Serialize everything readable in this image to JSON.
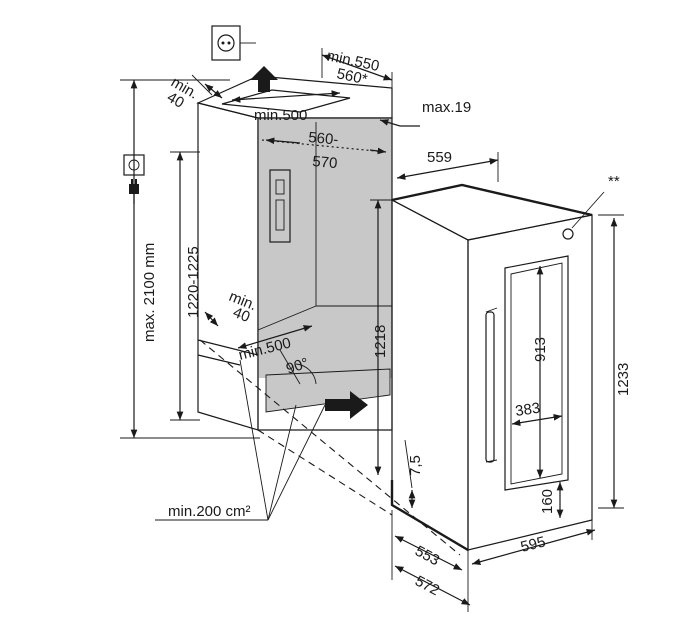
{
  "labels": {
    "niche_depth_min": "min.550",
    "niche_depth_alt": "560*",
    "vent_top_depth": "min.",
    "vent_top_depth_value": "40",
    "vent_top_width": "min.500",
    "door_gap": "max.19",
    "niche_width": "560-",
    "niche_width_2": "570",
    "appliance_width_top": "559",
    "special_note": "**",
    "total_height": "max. 2100 mm",
    "niche_height": "1220-1225",
    "bottom_vent_depth": "min.",
    "bottom_vent_depth_value": "40",
    "bottom_vent_width": "min.500",
    "angle": "90°",
    "interior_height": "1218",
    "glass_height": "913",
    "glass_width": "383",
    "appliance_height": "1233",
    "plinth_gap": "7,5",
    "glass_bottom": "160",
    "vent_area": "min.200 cm²",
    "depth_553": "553",
    "width_595": "595",
    "depth_572": "572"
  },
  "icons": {
    "wall_socket": "socket-icon",
    "power_plug": "plug-icon",
    "airflow_up": "arrow-up-icon",
    "airflow_in": "arrow-right-icon"
  },
  "colors": {
    "niche_fill": "#c8c8c8",
    "line": "#1a1a1a"
  }
}
